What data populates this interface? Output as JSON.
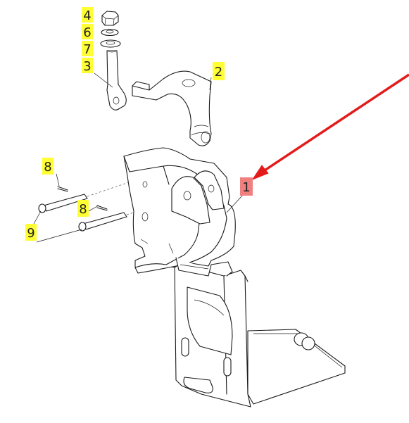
{
  "diagram": {
    "callouts": [
      {
        "id": "c4",
        "label": "4",
        "highlight": "#ffff33"
      },
      {
        "id": "c6",
        "label": "6",
        "highlight": "#ffff33"
      },
      {
        "id": "c7",
        "label": "7",
        "highlight": "#ffff33"
      },
      {
        "id": "c3",
        "label": "3",
        "highlight": "#ffff33"
      },
      {
        "id": "c2",
        "label": "2",
        "highlight": "#ffff33"
      },
      {
        "id": "c8a",
        "label": "8",
        "highlight": "#ffff33"
      },
      {
        "id": "c8b",
        "label": "8",
        "highlight": "#ffff33"
      },
      {
        "id": "c9",
        "label": "9",
        "highlight": "#ffff33"
      },
      {
        "id": "c1",
        "label": "1",
        "highlight": "#f08080"
      }
    ],
    "arrow_color": "#e31b1b"
  }
}
